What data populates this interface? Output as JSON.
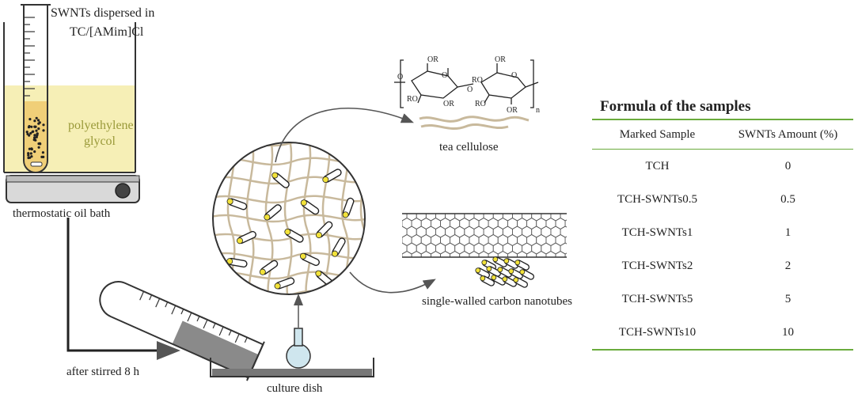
{
  "labels": {
    "swnts_dispersed": "SWNTs dispersed in",
    "tc_amim": "TC/[AMim]Cl",
    "polyethylene": "polyethylene",
    "glycol": "glycol",
    "oil_bath": "thermostatic oil bath",
    "after_stirred": "after stirred 8 h",
    "culture_dish": "culture dish",
    "tea_cellulose": "tea cellulose",
    "carbon_nanotubes": "single-walled carbon nanotubes",
    "chem_n": "n"
  },
  "chem_groups": [
    "OR",
    "RO",
    "OR",
    "RO",
    "OR",
    "O",
    "O",
    "O",
    "RO",
    "OR",
    "O"
  ],
  "table": {
    "title": "Formula of the samples",
    "headers": [
      "Marked Sample",
      "SWNTs Amount (%)"
    ],
    "rows": [
      {
        "sample": "TCH",
        "amount": "0"
      },
      {
        "sample": "TCH-SWNTs0.5",
        "amount": "0.5"
      },
      {
        "sample": "TCH-SWNTs1",
        "amount": "1"
      },
      {
        "sample": "TCH-SWNTs2",
        "amount": "2"
      },
      {
        "sample": "TCH-SWNTs5",
        "amount": "5"
      },
      {
        "sample": "TCH-SWNTs10",
        "amount": "10"
      }
    ]
  },
  "colors": {
    "liquid": "#f6efb6",
    "liquid_dark": "#f0cf78",
    "fiber": "#c8b99c",
    "nanotube_cap": "#f2e23a",
    "table_rule": "#6aab3c",
    "flask": "#cfe6ee",
    "sediment": "#8a8a8a"
  }
}
